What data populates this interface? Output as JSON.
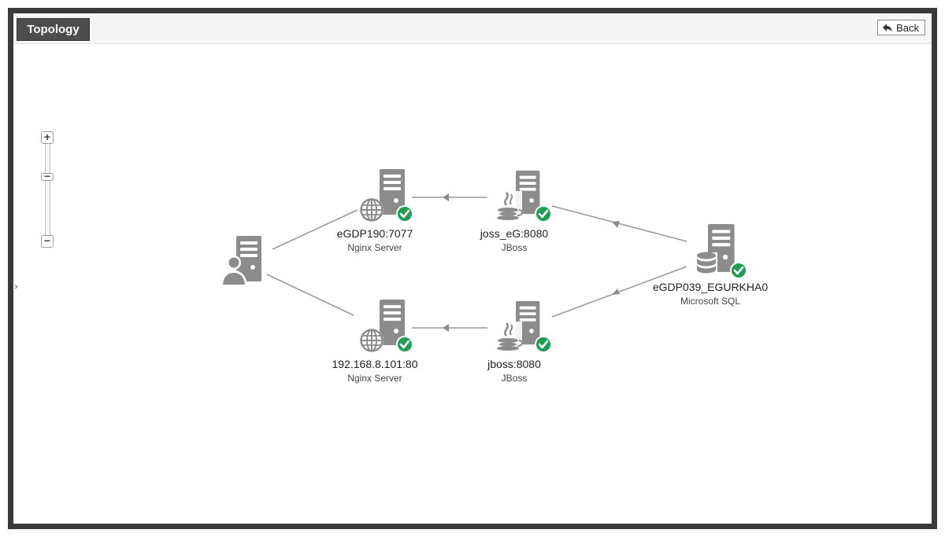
{
  "header": {
    "tab_label": "Topology",
    "back_label": "Back"
  },
  "zoom": {
    "in_label": "+",
    "out_label": "−",
    "slider_handle": "−"
  },
  "nodes": [
    {
      "id": "user",
      "icon": "user-server-icon"
    },
    {
      "id": "nginx1",
      "name": "eGDP190:7077",
      "type": "Nginx Server",
      "icon": "web-server-icon",
      "status": "ok"
    },
    {
      "id": "nginx2",
      "name": "192.168.8.101:80",
      "type": "Nginx Server",
      "icon": "web-server-icon",
      "status": "ok"
    },
    {
      "id": "jboss1",
      "name": "joss_eG:8080",
      "type": "JBoss",
      "icon": "java-server-icon",
      "status": "ok"
    },
    {
      "id": "jboss2",
      "name": "jboss:8080",
      "type": "JBoss",
      "icon": "java-server-icon",
      "status": "ok"
    },
    {
      "id": "mssql",
      "name": "eGDP039_EGURKHA0",
      "type": "Microsoft SQL",
      "icon": "database-server-icon",
      "status": "ok"
    }
  ],
  "colors": {
    "icon_gray": "#8c8c8c",
    "status_green": "#1f9d55",
    "edge": "#9a9a9a"
  }
}
